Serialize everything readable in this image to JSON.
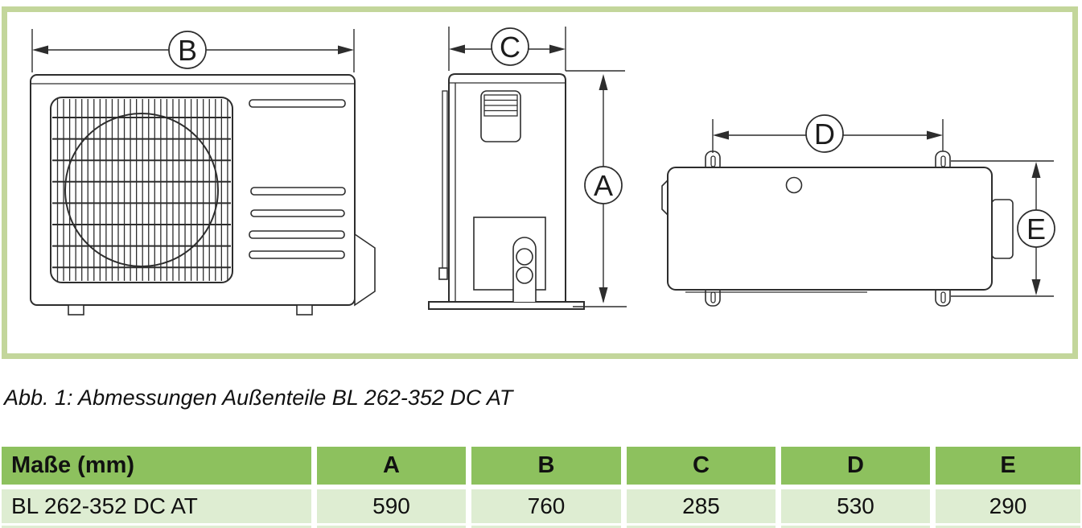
{
  "figure": {
    "caption": "Abb. 1: Abmessungen Außenteile BL 262-352 DC AT",
    "dimension_labels": {
      "a": "A",
      "b": "B",
      "c": "C",
      "d": "D",
      "e": "E"
    }
  },
  "table": {
    "header": [
      "Maße (mm)",
      "A",
      "B",
      "C",
      "D",
      "E"
    ],
    "rows": [
      {
        "model": "BL 262-352 DC AT",
        "a": "590",
        "b": "760",
        "c": "285",
        "d": "530",
        "e": "290"
      }
    ]
  },
  "colors": {
    "frame_green": "#c3d69b",
    "table_header_green": "#8dc15e",
    "table_row_green": "#deedd2",
    "drawing_line": "#2d2d2d"
  }
}
